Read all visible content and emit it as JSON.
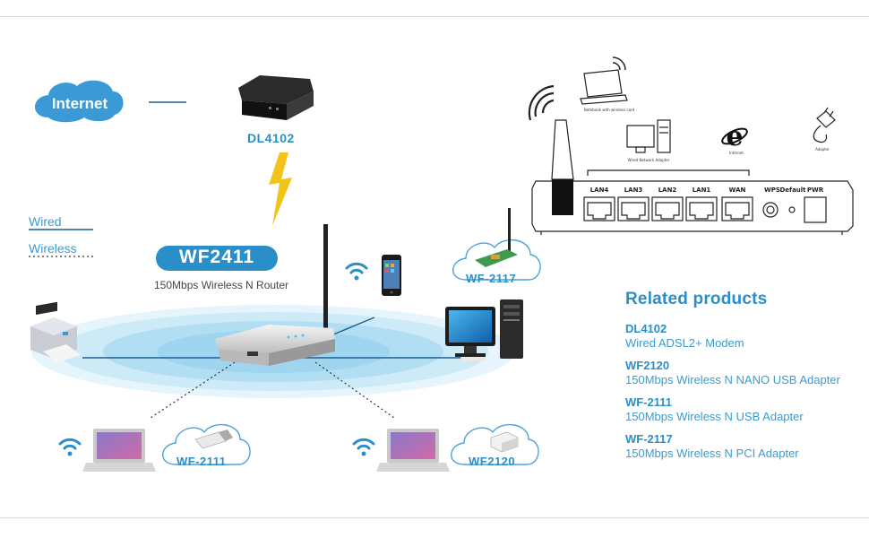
{
  "diagram": {
    "internet_label": "Internet",
    "modem_label": "DL4102",
    "router_badge": "WF2411",
    "router_subtitle": "150Mbps Wireless N Router",
    "legend": {
      "wired": "Wired",
      "wireless": "Wireless"
    },
    "adapters": {
      "pci": "WF-2117",
      "usb": "WF-2111",
      "nano": "WF2120"
    },
    "rear_panel": {
      "ports": [
        "LAN4",
        "LAN3",
        "LAN2",
        "LAN1",
        "WAN",
        "WPS",
        "Default",
        "PWR"
      ],
      "notebook_caption": "Notebook with wireless card",
      "desktop_caption": "Wired Network Adapter",
      "internet_caption": "Internet",
      "adapter_caption": "Adapter"
    },
    "colors": {
      "accent": "#2a8fc8",
      "cloud": "#3b9ad6",
      "bolt": "#f2c41a"
    }
  },
  "related": {
    "title": "Related products",
    "items": [
      {
        "model": "DL4102",
        "desc": "Wired ADSL2+ Modem"
      },
      {
        "model": "WF2120",
        "desc": "150Mbps Wireless N NANO USB Adapter"
      },
      {
        "model": "WF-2111",
        "desc": "150Mbps Wireless N USB Adapter"
      },
      {
        "model": "WF-2117",
        "desc": "150Mbps Wireless N PCI Adapter"
      }
    ]
  }
}
